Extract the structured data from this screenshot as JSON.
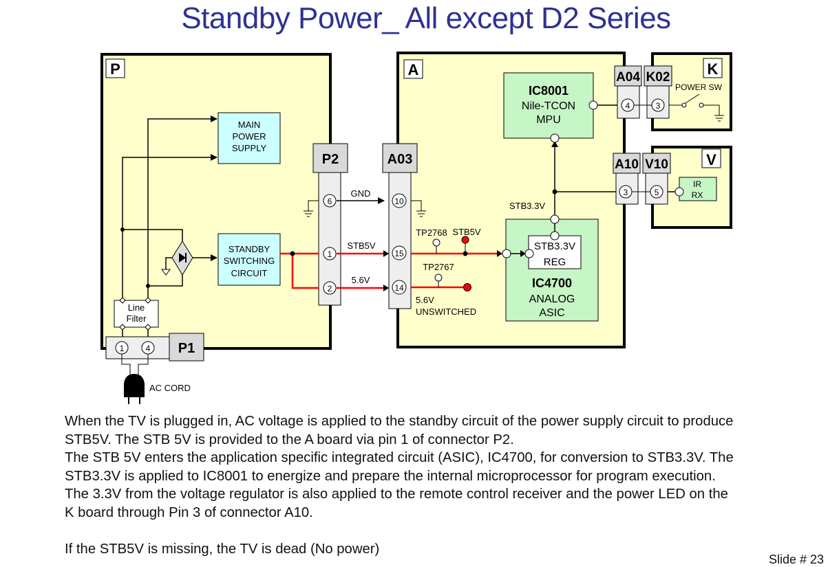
{
  "title": "Standby Power_ All except D2 Series",
  "colors": {
    "title": "#2e3192",
    "board_fill": "#ffffcc",
    "block_cyan": "#ccffff",
    "block_green": "#c6f5c6",
    "connector": "#eeeeee",
    "connector_header": "#d9d9d9",
    "supply_line": "#ff0000"
  },
  "boards": {
    "P": "P",
    "A": "A",
    "K": "K",
    "V": "V"
  },
  "blocks": {
    "main_power_supply": [
      "MAIN",
      "POWER",
      "SUPPLY"
    ],
    "standby_switching": [
      "STANDBY",
      "SWITCHING",
      "CIRCUIT"
    ],
    "line_filter": [
      "Line",
      "Filter"
    ],
    "ic8001": {
      "name": "IC8001",
      "lines": [
        "Nile-TCON",
        "MPU"
      ]
    },
    "ic4700": {
      "name": "IC4700",
      "lines": [
        "ANALOG",
        "ASIC"
      ]
    },
    "stb_reg": [
      "STB3.3V",
      "REG"
    ],
    "ir_rx": [
      "IR",
      "RX"
    ]
  },
  "connectors": {
    "P1": {
      "label": "P1",
      "pins": [
        "1",
        "4"
      ]
    },
    "P2": {
      "label": "P2",
      "pins": [
        "6",
        "1",
        "2"
      ]
    },
    "A03": {
      "label": "A03",
      "pins": [
        "10",
        "15",
        "14"
      ]
    },
    "A04": {
      "label": "A04",
      "pins": [
        "4"
      ]
    },
    "K02": {
      "label": "K02",
      "pins": [
        "3"
      ]
    },
    "A10": {
      "label": "A10",
      "pins": [
        "3"
      ]
    },
    "V10": {
      "label": "V10",
      "pins": [
        "5"
      ]
    }
  },
  "signals": {
    "gnd": "GND",
    "stb5v": "STB5V",
    "v56": "5.6V",
    "tp2768": "TP2768",
    "tp2767": "TP2767",
    "stb5v_tp": "STB5V",
    "unswitched_1": "5.6V",
    "unswitched_2": "UNSWITCHED",
    "stb33v": "STB3.3V",
    "power_sw": "POWER SW",
    "ac_cord": "AC CORD"
  },
  "description": [
    "When the TV is plugged in, AC voltage is applied to the standby circuit of the power supply circuit to produce",
    "STB5V. The STB 5V is provided to the A board via pin 1 of connector P2.",
    "The STB 5V enters the application specific integrated circuit (ASIC), IC4700, for conversion to STB3.3V. The",
    "STB3.3V is applied to IC8001 to energize and prepare the internal microprocessor for program execution.",
    "The 3.3V from the voltage regulator is also applied to the remote control receiver and the power LED on the",
    "K board through Pin 3 of connector A10."
  ],
  "note": "If the STB5V is missing, the TV is dead (No power)",
  "slide_number": "Slide # 23"
}
